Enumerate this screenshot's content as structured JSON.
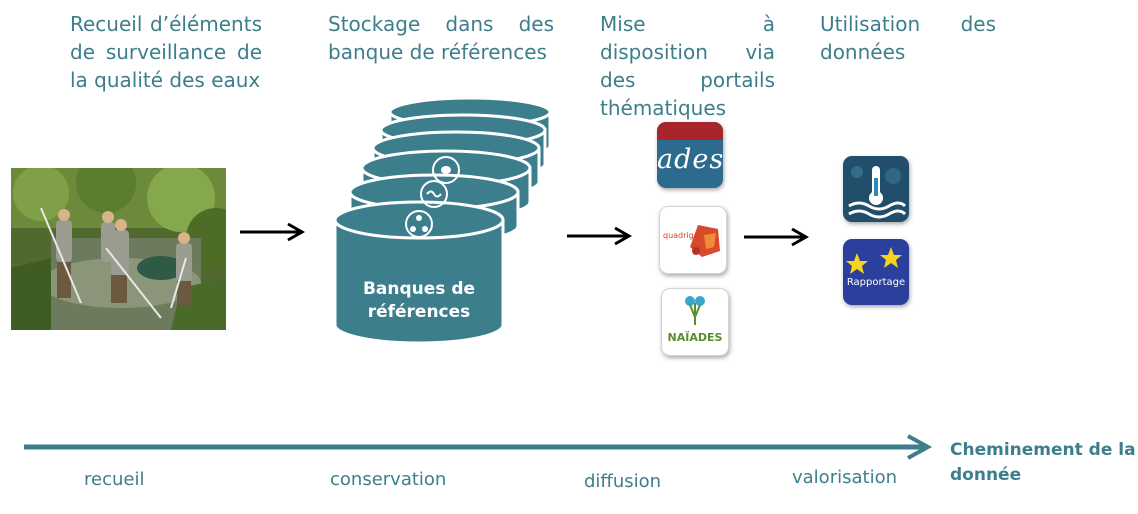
{
  "headings": {
    "collect": "Recueil d’éléments de surveillance de la qualité des eaux",
    "storage": "Stockage dans des banque de références",
    "portals": "Mise à disposition via des portails thématiques",
    "usage": "Utilisation des données"
  },
  "stack": {
    "label": "Banques de références",
    "color": "#3d7e8c"
  },
  "portals": {
    "ades": "ades",
    "quadrige": "quadrige",
    "naiades": "NAÏADES"
  },
  "usage_apps": {
    "report": "Rapportage"
  },
  "flow": {
    "title": "Cheminement de la donnée",
    "stages": [
      "recueil",
      "conservation",
      "diffusion",
      "valorisation"
    ]
  },
  "colors": {
    "text": "#3d7e8c",
    "arrow": "#000000",
    "axis": "#3d7e8c"
  }
}
